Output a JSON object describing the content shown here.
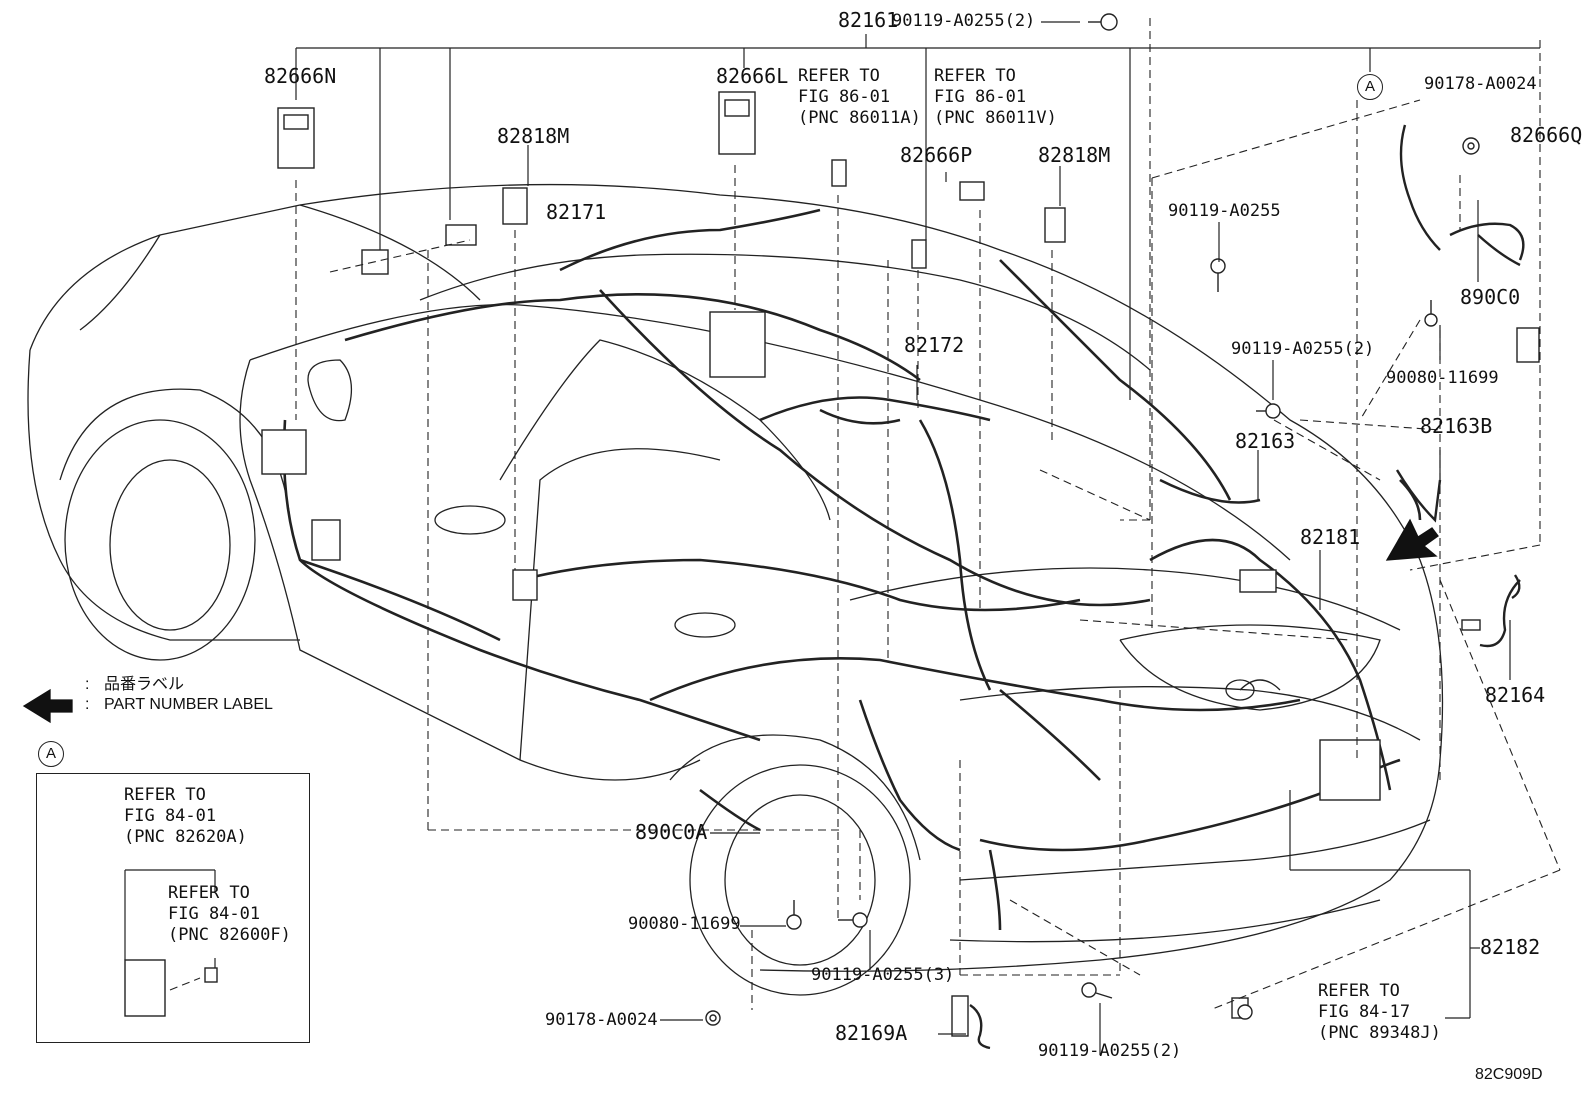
{
  "labels": {
    "p82161": "82161",
    "p82666N": "82666N",
    "p82666L": "82666L",
    "p82818M_a": "82818M",
    "p82171": "82171",
    "p82666P": "82666P",
    "p82818M_b": "82818M",
    "p82172": "82172",
    "p82666Q": "82666Q",
    "p890C0": "890C0",
    "p82163": "82163",
    "p82163B": "82163B",
    "p82181": "82181",
    "p82164": "82164",
    "p82182": "82182",
    "p890C0A": "890C0A",
    "p82169A": "82169A",
    "b_top": "90119-A0255(2)",
    "b_right1": "90119-A0255",
    "b_right2": "90119-A0255(2)",
    "b_9017_top": "90178-A0024",
    "b_9008_right": "90080-11699",
    "b_9008_left": "90080-11699",
    "b_bottom3": "90119-A0255(3)",
    "b_9017_bottom": "90178-A0024",
    "b_bottom2": "90119-A0255(2)"
  },
  "refs": {
    "r1": "REFER TO\nFIG 86-01\n(PNC 86011A)",
    "r2": "REFER TO\nFIG 86-01\n(PNC 86011V)",
    "r3": "REFER TO\nFIG 84-17\n(PNC 89348J)",
    "inset1": "REFER TO\nFIG 84-01\n(PNC 82620A)",
    "inset2": "REFER TO\nFIG 84-01\n(PNC 82600F)"
  },
  "legend": {
    "jp": "品番ラベル",
    "colon1": ":",
    "colon2": ":",
    "en": "PART NUMBER LABEL"
  },
  "markers": {
    "a_main": "A",
    "a_inset": "A"
  },
  "figure_id": "82C909D"
}
